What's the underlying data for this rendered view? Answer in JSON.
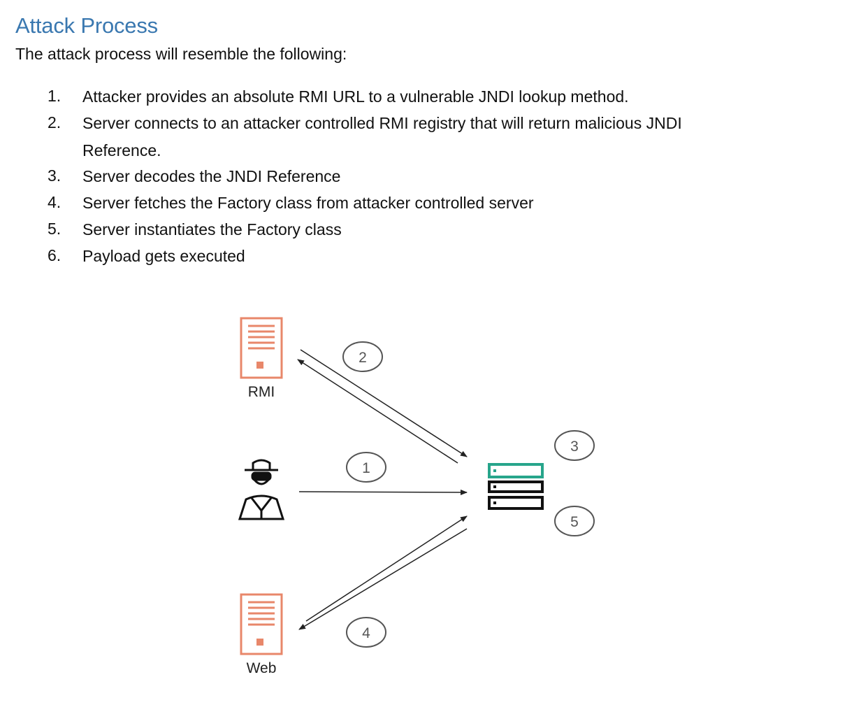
{
  "heading": "Attack Process",
  "intro": "The attack process will resemble the following:",
  "steps": [
    {
      "num": "1.",
      "text": "Attacker provides an absolute RMI URL to a vulnerable JNDI lookup method."
    },
    {
      "num": "2.",
      "text": "Server connects to an attacker controlled RMI registry that will return malicious JNDI",
      "text2": "Reference."
    },
    {
      "num": "3.",
      "text": "Server decodes the JNDI Reference"
    },
    {
      "num": "4.",
      "text": "Server fetches the Factory class from attacker controlled server"
    },
    {
      "num": "5.",
      "text": "Server instantiates the Factory class"
    },
    {
      "num": "6.",
      "text": "Payload gets executed"
    }
  ],
  "diagram": {
    "rmi_label": "RMI",
    "web_label": "Web",
    "markers": [
      "1",
      "2",
      "3",
      "4",
      "5"
    ],
    "colors": {
      "server_icon": "#e8876a",
      "target_top": "#27a58b",
      "line": "#222222",
      "circle": "#555555"
    }
  }
}
